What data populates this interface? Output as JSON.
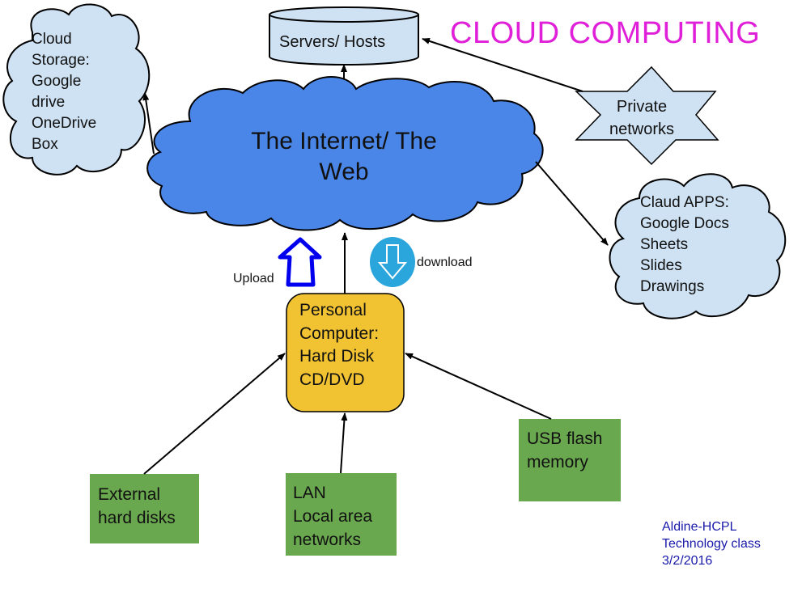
{
  "title": "CLOUD COMPUTING",
  "colors": {
    "title": "#e020d8",
    "internet_cloud": "#4a86e8",
    "light_shape": "#cfe2f3",
    "pc_box": "#f1c232",
    "green_box": "#6aa84f",
    "upload_arrow": "#0000ee",
    "download_circle": "#2aa6dc",
    "credit_text": "#1a1aaa"
  },
  "nodes": {
    "internet": {
      "lines": [
        "The Internet/ The",
        "Web"
      ]
    },
    "servers": {
      "label": "Servers/ Hosts"
    },
    "private_networks": {
      "lines": [
        "Private",
        "networks"
      ]
    },
    "cloud_storage": {
      "lines": [
        "Cloud",
        "Storage:",
        "Google",
        "drive",
        "OneDrive",
        "Box"
      ]
    },
    "cloud_apps": {
      "lines": [
        "Claud APPS:",
        "Google Docs",
        "Sheets",
        "Slides",
        "Drawings"
      ]
    },
    "personal_computer": {
      "lines": [
        "Personal",
        "Computer:",
        "Hard Disk",
        "CD/DVD"
      ]
    },
    "external_disks": {
      "lines": [
        "External",
        "hard disks"
      ]
    },
    "lan": {
      "lines": [
        "LAN",
        "Local area",
        "networks"
      ]
    },
    "usb": {
      "lines": [
        "USB flash",
        "memory"
      ]
    }
  },
  "upload": {
    "label": "Upload",
    "icon": "upload-arrow-icon"
  },
  "download": {
    "label": "download",
    "icon": "download-arrow-icon"
  },
  "credit": {
    "lines": [
      "Aldine-HCPL",
      "Technology class",
      "3/2/2016"
    ]
  },
  "edges": [
    {
      "from": "internet",
      "to": "servers"
    },
    {
      "from": "internet",
      "to": "cloud_storage"
    },
    {
      "from": "internet",
      "to": "cloud_apps"
    },
    {
      "from": "private_networks",
      "to": "servers"
    },
    {
      "from": "personal_computer",
      "to": "internet"
    },
    {
      "from": "external_disks",
      "to": "personal_computer"
    },
    {
      "from": "lan",
      "to": "personal_computer"
    },
    {
      "from": "usb",
      "to": "personal_computer"
    }
  ]
}
